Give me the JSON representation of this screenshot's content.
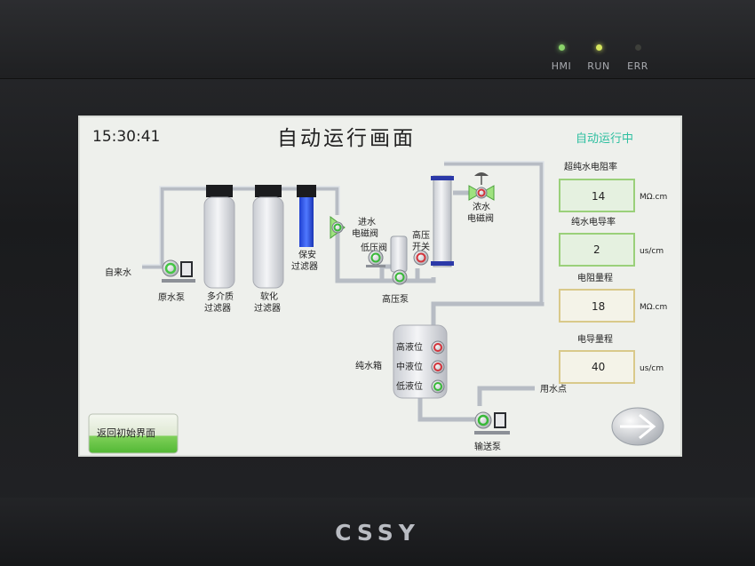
{
  "device": {
    "leds": [
      {
        "label": "HMI",
        "state": "on-green"
      },
      {
        "label": "RUN",
        "state": "on-yellow"
      },
      {
        "label": "ERR",
        "state": "off"
      }
    ],
    "brand": "CSSY"
  },
  "screen": {
    "time": "15:30:41",
    "title": "自动运行画面",
    "status": "自动运行中",
    "status_color": "#2dbfa0",
    "back_button": "返回初始界面",
    "next_button_icon": "arrow-right-icon"
  },
  "process": {
    "tap_water": "自来水",
    "raw_pump": "原水泵",
    "multimedia_filter": [
      "多介质",
      "过滤器"
    ],
    "softener": [
      "软化",
      "过滤器"
    ],
    "security_filter": [
      "保安",
      "过滤器"
    ],
    "inlet_valve": [
      "进水",
      "电磁阀"
    ],
    "low_pressure_valve": "低压阀",
    "high_pressure_switch": [
      "高压",
      "开关"
    ],
    "high_pressure_pump": "高压泵",
    "concentrate_valve": [
      "浓水",
      "电磁阀"
    ],
    "pure_water_tank": "纯水箱",
    "level_high": "高液位",
    "level_mid": "中液位",
    "level_low": "低液位",
    "use_point": "用水点",
    "transfer_pump": "输送泵"
  },
  "readings": [
    {
      "label": "超纯水电阻率",
      "value": "14",
      "unit": "MΩ.cm",
      "border": "#9ad07a"
    },
    {
      "label": "纯水电导率",
      "value": "2",
      "unit": "us/cm",
      "border": "#9ad07a"
    },
    {
      "label": "电阻量程",
      "value": "18",
      "unit": "MΩ.cm",
      "border": "#d9c98a"
    },
    {
      "label": "电导量程",
      "value": "40",
      "unit": "us/cm",
      "border": "#d9c98a"
    }
  ]
}
